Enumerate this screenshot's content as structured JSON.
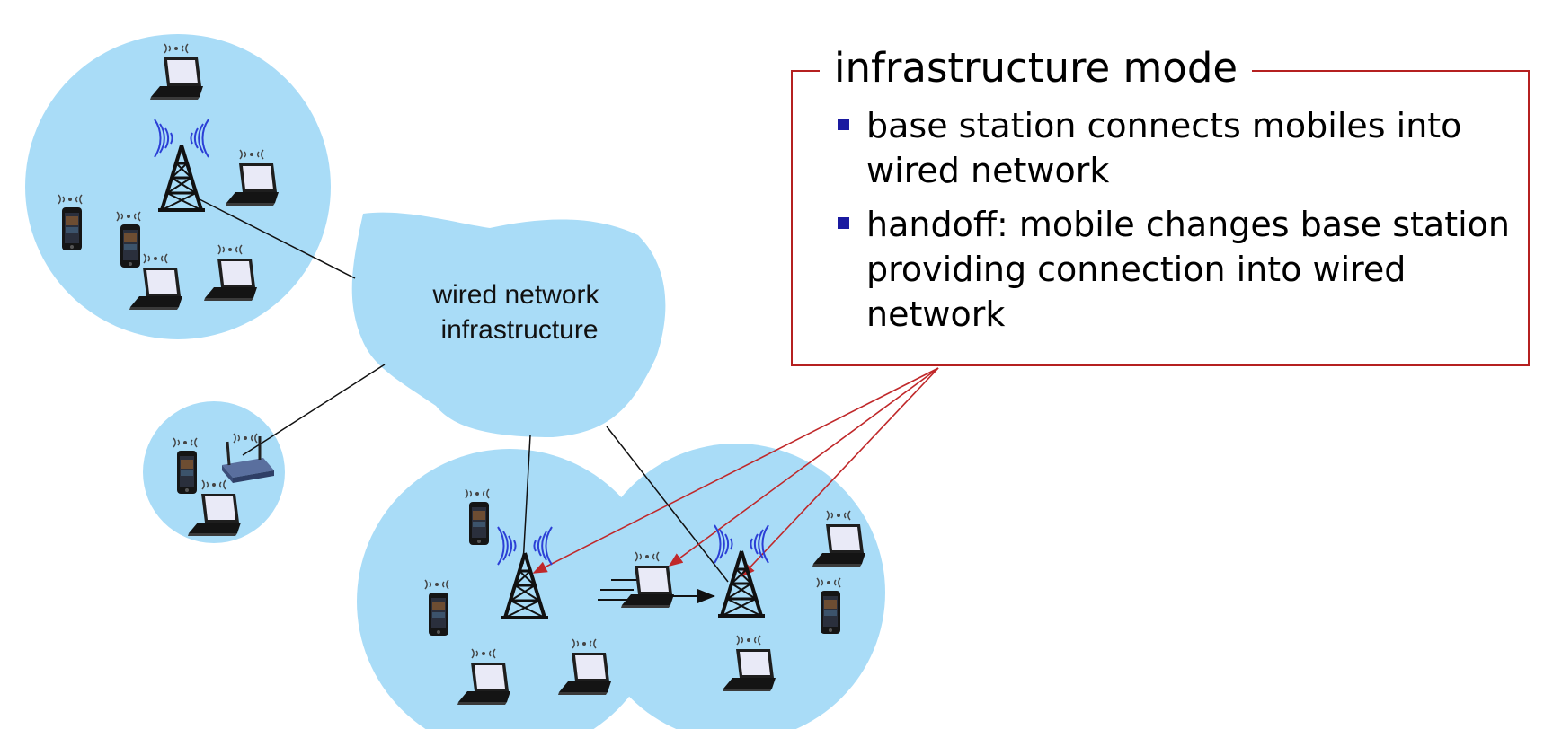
{
  "diagram": {
    "cloud_label_line1": "wired network",
    "cloud_label_line2": "infrastructure"
  },
  "callout": {
    "title": "infrastructure mode",
    "bullets": [
      "base station connects mobiles into wired network",
      "handoff: mobile changes base station providing connection into wired network"
    ]
  },
  "colors": {
    "cell_fill": "#a9dcf7",
    "callout_border": "#b52020",
    "bullet": "#1a1aa0",
    "arrow": "#c0282a",
    "radio_waves": "#2b3fd6"
  },
  "icons": [
    "cell-tower-icon",
    "laptop-icon",
    "smartphone-icon",
    "wifi-router-icon",
    "radio-waves-icon"
  ]
}
